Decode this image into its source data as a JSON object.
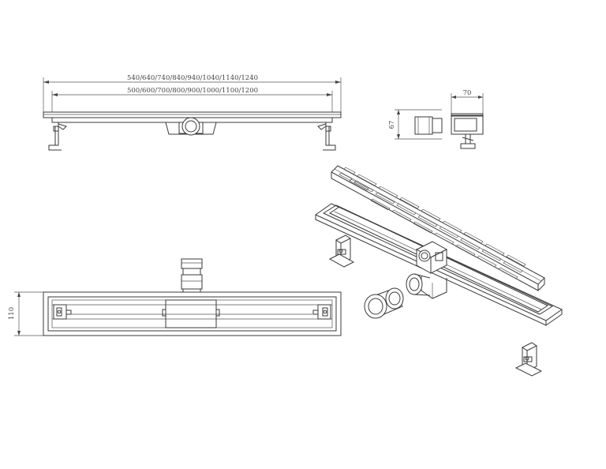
{
  "labels": {
    "overall_lengths": "540/640/740/840/940/1040/1140/1240",
    "grate_lengths": "500/600/700/800/900/1000/1100/1200",
    "side_width": "70",
    "side_height": "67",
    "plan_height": "110"
  }
}
